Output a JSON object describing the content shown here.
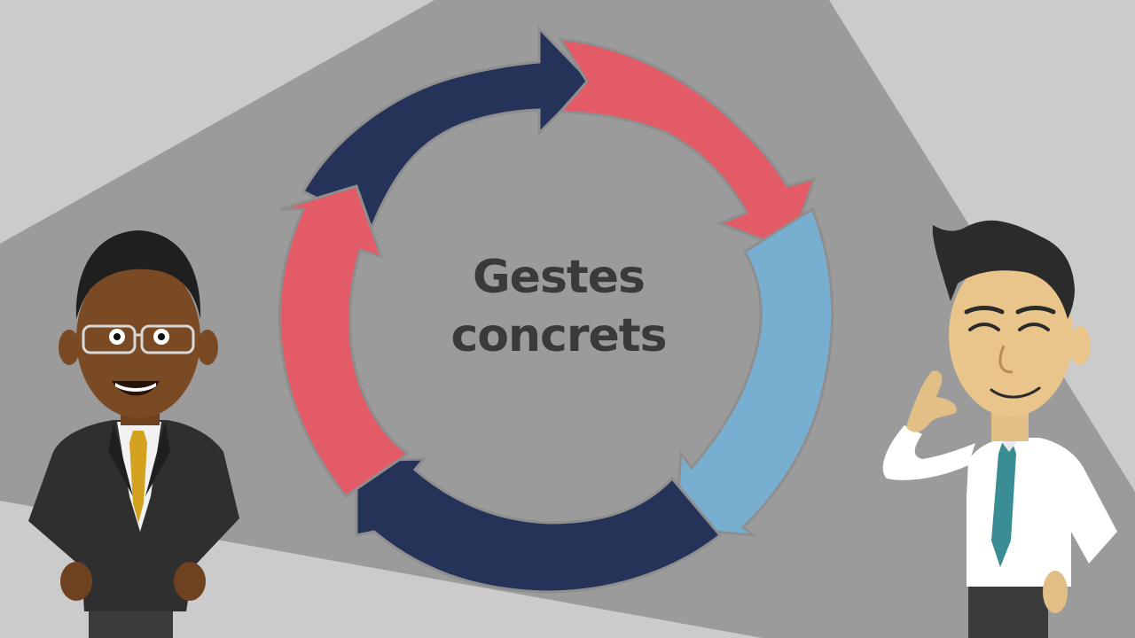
{
  "title": {
    "line1": "Gestes",
    "line2": "concrets"
  },
  "colors": {
    "background_light": "#cbcbcb",
    "background_dark": "#9b9b9b",
    "arrow_navy": "#263358",
    "arrow_red": "#e35b67",
    "arrow_blue": "#78aed0",
    "text": "#3a3a3a"
  },
  "icons": [
    "cycle-arrows",
    "businessman-left",
    "businessman-right"
  ]
}
